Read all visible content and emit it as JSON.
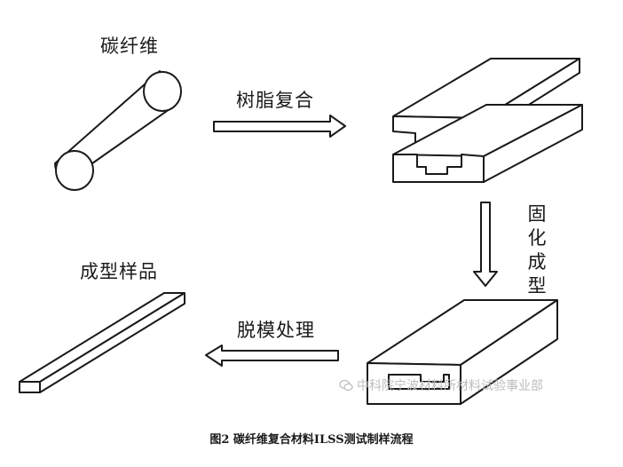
{
  "labels": {
    "carbon_fiber": "碳纤维",
    "resin_composite": "树脂复合",
    "curing": "固化成型",
    "demolding": "脱模处理",
    "sample": "成型样品"
  },
  "caption": "图2 碳纤维复合材料ILSS测试制样流程",
  "watermark": {
    "text": "中科院宁波材料所材料试验事业部",
    "icon": "wechat-icon"
  },
  "colors": {
    "line": "#1a1a1a",
    "watermark": "#bdbdbd"
  }
}
